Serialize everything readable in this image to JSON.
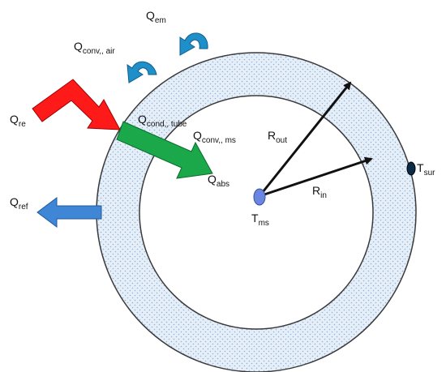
{
  "labels": {
    "q_em": {
      "main": "Q",
      "sub": "em"
    },
    "q_conv_air": {
      "main": "Q",
      "sub": "conv,, air"
    },
    "q_re": {
      "main": "Q",
      "sub": "re"
    },
    "q_cond_tube": {
      "main": "Q",
      "sub": "cond,, tube"
    },
    "q_conv_ms": {
      "main": "Q",
      "sub": "conv,, ms"
    },
    "q_abs": {
      "main": "Q",
      "sub": "abs"
    },
    "q_ref": {
      "main": "Q",
      "sub": "ref"
    },
    "r_out": {
      "main": "R",
      "sub": "out"
    },
    "r_in": {
      "main": "R",
      "sub": "in"
    },
    "t_ms": {
      "main": "T",
      "sub": "ms"
    },
    "t_sur": {
      "main": "T",
      "sub": "sur"
    }
  },
  "colors": {
    "ring_fill": "#e6eef8",
    "ring_dots": "#8fb4d9",
    "ring_stroke": "#3a3a3a",
    "incident_arrow": "#ff1a1a",
    "absorbed_arrow": "#1aa84a",
    "reflected_arrow": "#3f86d6",
    "curved_arrow": "#1f8fc9",
    "center_dot": "#6a86e0",
    "radius_arrow": "#111111",
    "surface_dot": "#0b2b4a"
  },
  "icons": {
    "curved_arrows": "curved-arrow-icon"
  }
}
